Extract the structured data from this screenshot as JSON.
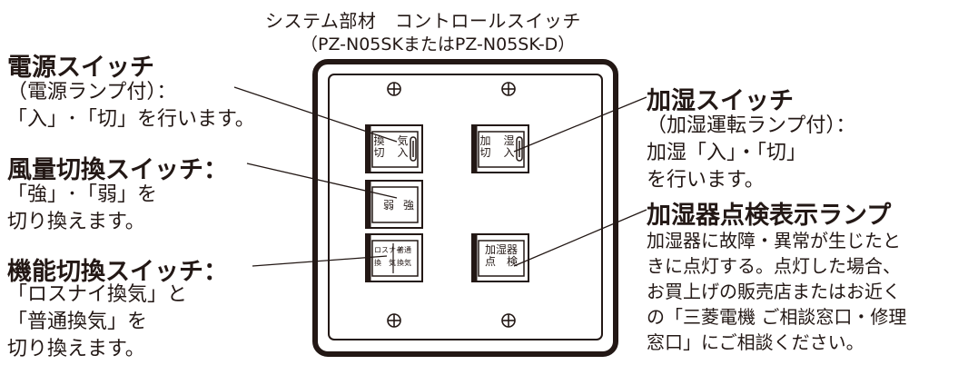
{
  "title": "システム部材　コントロールスイッチ",
  "model": "（PZ-N05SKまたはPZ-N05SK-D）",
  "left": {
    "power": {
      "heading": "電源スイッチ",
      "lines": [
        "（電源ランプ付）：",
        "「入」･「切」を行います。"
      ]
    },
    "airflow": {
      "heading": "風量切換スイッチ：",
      "lines": [
        "「強」･「弱」を",
        "切り換えます。"
      ]
    },
    "function": {
      "heading": "機能切換スイッチ：",
      "lines": [
        "「ロスナイ換気」と",
        "「普通換気」を",
        "切り換えます。"
      ]
    }
  },
  "right": {
    "humidify": {
      "heading": "加湿スイッチ",
      "lines": [
        "（加湿運転ランプ付）：",
        "加湿「入」・「切」",
        "を行います。"
      ]
    },
    "lamp": {
      "heading": "加湿器点検表示ランプ",
      "lines": [
        "加湿器に故障・異常が生じたと",
        "きに点灯する。点灯した場合、",
        "お買上げの販売店またはお近く",
        "の「三菱電機 ご相談窓口・修理",
        "窓口」にご相談ください。"
      ]
    }
  },
  "panel": {
    "sw_power": [
      "換　気",
      "切　入"
    ],
    "sw_airflow": [
      "弱",
      "強"
    ],
    "sw_function_top": [
      "ロスナイ",
      "普通"
    ],
    "sw_function_bottom": [
      "換　気",
      "換気"
    ],
    "sw_humidify": [
      "加　湿",
      "切　入"
    ],
    "sw_lamp": [
      "加湿器",
      "点　検"
    ]
  }
}
